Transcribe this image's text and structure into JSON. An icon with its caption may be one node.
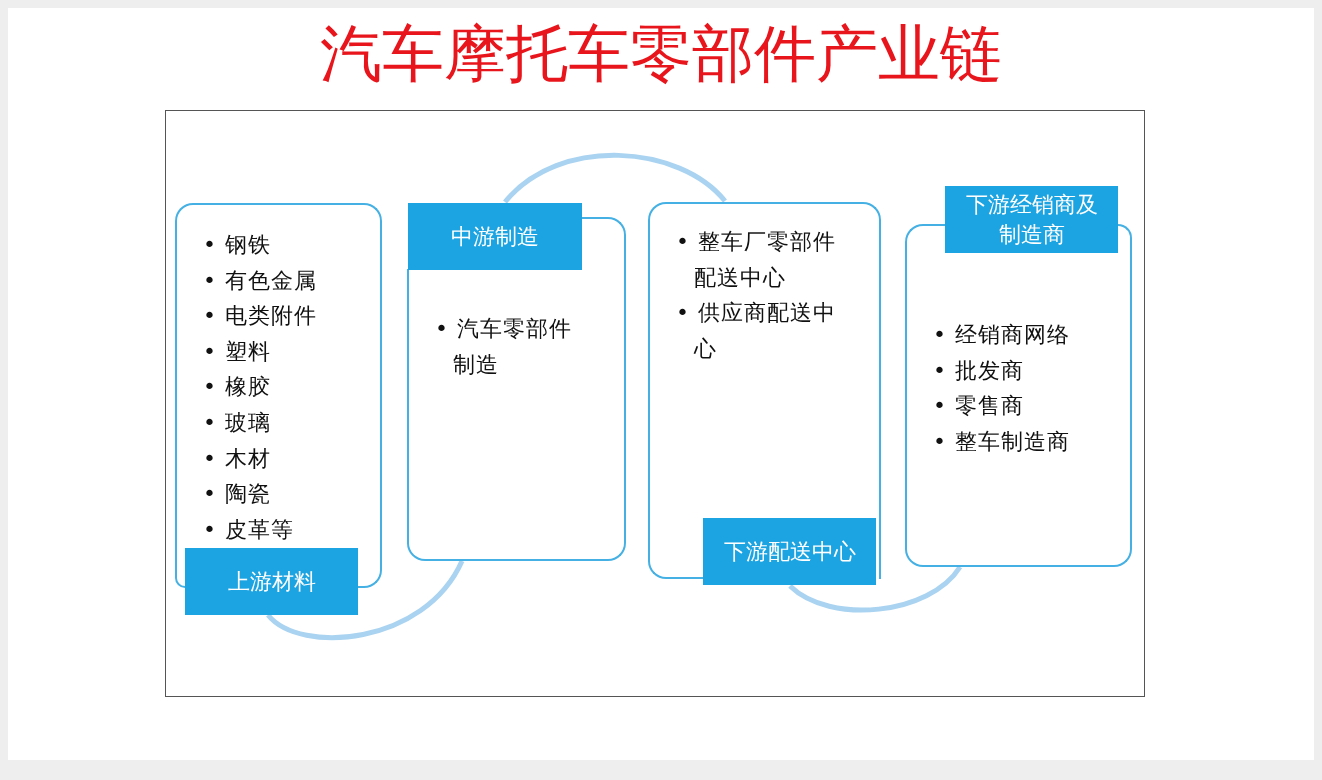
{
  "diagram": {
    "title": "汽车摩托车零部件产业链",
    "nodes": [
      {
        "text": [
          "• 钢铁",
          "• 有色金属",
          "• 电类附件",
          "• 塑料",
          "• 橡胶",
          "• 玻璃",
          "• 木材",
          "• 陶瓷",
          "• 皮革等"
        ]
      },
      {
        "text": [
          "上游材料"
        ]
      },
      {
        "text": [
          "中游制造"
        ]
      },
      {
        "text": [
          "• 汽车零部件制造"
        ]
      },
      {
        "text": [
          "• 整车厂零部件配送中心",
          "• 供应商配送中心"
        ]
      },
      {
        "text": [
          "下游配送中心"
        ]
      },
      {
        "text": [
          "下游经销商及制造商"
        ]
      },
      {
        "text": [
          "• 经销商网络",
          "• 批发商",
          "• 零售商",
          "• 整车制造商"
        ]
      }
    ],
    "edges": [
      {
        "from": 1,
        "to": 3,
        "arrow": "none"
      },
      {
        "from": 2,
        "to": 4,
        "arrow": "none"
      },
      {
        "from": 5,
        "to": 7,
        "arrow": "none"
      }
    ]
  }
}
